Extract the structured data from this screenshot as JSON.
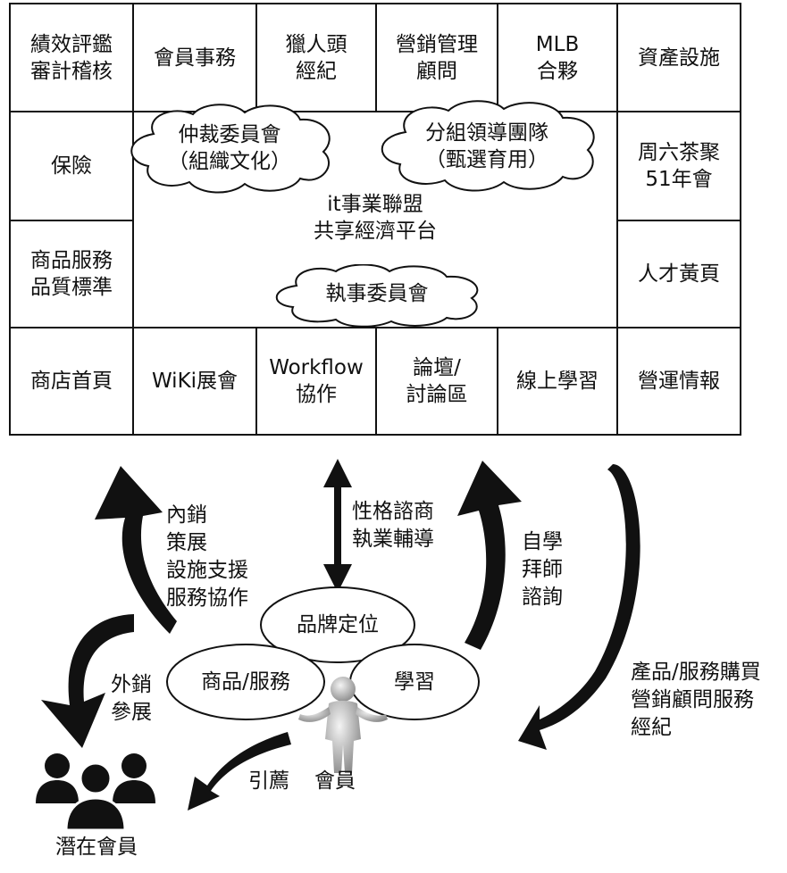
{
  "grid": {
    "top": [
      {
        "id": "perf",
        "label": "績效評鑑\n審計稽核"
      },
      {
        "id": "member-affairs",
        "label": "會員事務"
      },
      {
        "id": "headhunter",
        "label": "獵人頭\n經紀"
      },
      {
        "id": "marketing",
        "label": "營銷管理\n顧問"
      },
      {
        "id": "mlb",
        "label": "MLB\n合夥"
      },
      {
        "id": "assets",
        "label": "資產設施"
      }
    ],
    "left": [
      {
        "id": "insurance",
        "label": "保險"
      },
      {
        "id": "quality",
        "label": "商品服務\n品質標準"
      }
    ],
    "right": [
      {
        "id": "saturday",
        "label": "周六茶聚\n51年會"
      },
      {
        "id": "talent",
        "label": "人才黃頁"
      }
    ],
    "bottom": [
      {
        "id": "shop",
        "label": "商店首頁"
      },
      {
        "id": "wiki",
        "label": "WiKi展會"
      },
      {
        "id": "workflow",
        "label": "Workflow\n協作"
      },
      {
        "id": "forum",
        "label": "論壇/\n討論區"
      },
      {
        "id": "elearning",
        "label": "線上學習"
      },
      {
        "id": "ops",
        "label": "營運情報"
      }
    ],
    "center": {
      "label": "it事業聯盟\n共享經濟平台",
      "clouds": [
        {
          "id": "arbitration",
          "label": "仲裁委員會\n（組織文化）"
        },
        {
          "id": "leadership",
          "label": "分組領導團隊\n（甄選育用）"
        },
        {
          "id": "executive",
          "label": "執事委員會"
        }
      ]
    }
  },
  "flows": {
    "internal": "內銷\n策展\n設施支援\n服務協作",
    "counsel": "性格諮商\n執業輔導",
    "self_learn": "自學\n拜師\n諮詢",
    "external": "外銷\n參展",
    "purchase": "產品/服務購買\n營銷顧問服務\n經紀",
    "referral": "引薦"
  },
  "ellipses": {
    "brand": "品牌定位",
    "product": "商品/服務",
    "learning": "學習"
  },
  "actors": {
    "member": "會員",
    "potential": "潛在會員"
  }
}
